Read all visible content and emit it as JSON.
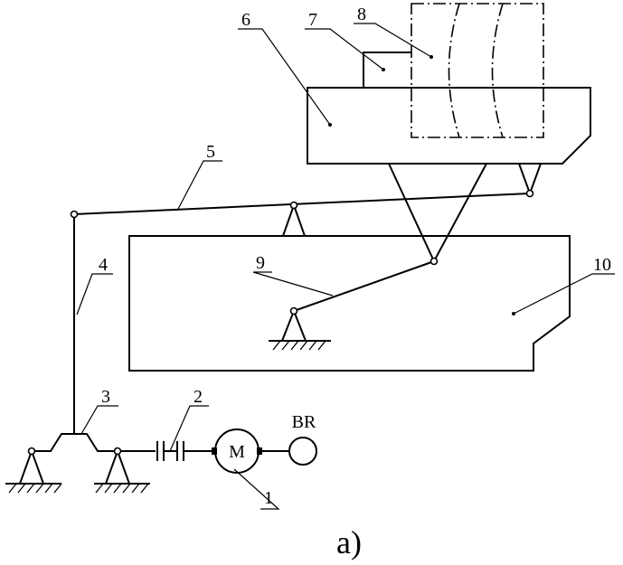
{
  "labels": {
    "n1": "1",
    "n2": "2",
    "n3": "3",
    "n4": "4",
    "n5": "5",
    "n6": "6",
    "n7": "7",
    "n8": "8",
    "n9": "9",
    "n10": "10",
    "motor": "M",
    "br": "BR",
    "caption": "a)"
  }
}
